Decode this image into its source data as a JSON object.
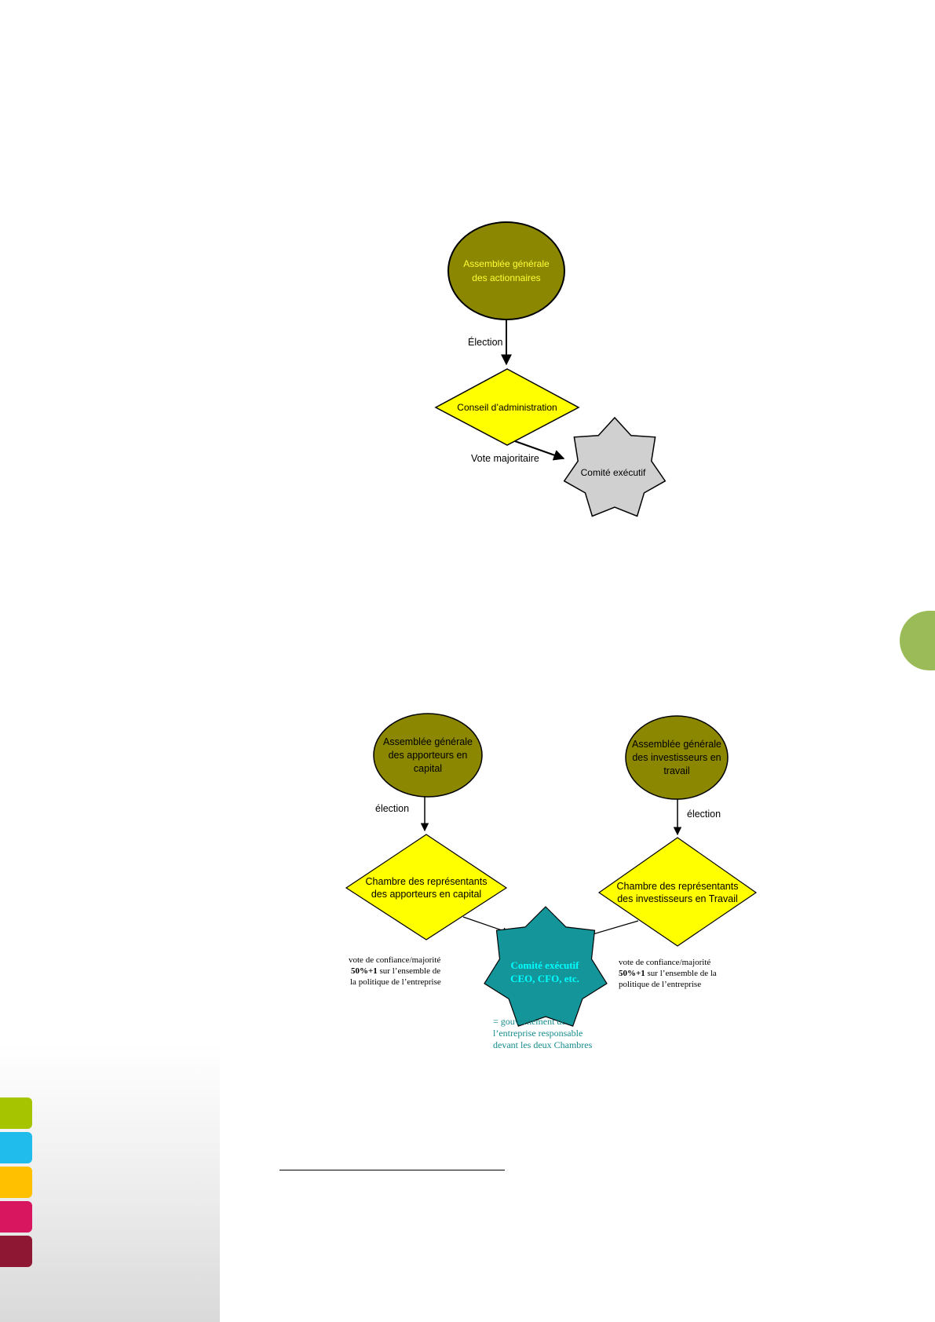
{
  "diagram1": {
    "assemblee": [
      "Assemblée générale",
      "des actionnaires"
    ],
    "election_label": "Élection",
    "conseil": "Conseil d’administration",
    "vote_label": "Vote majoritaire",
    "comite": "Comité exécutif"
  },
  "diagram2": {
    "ag_capital": [
      "Assemblée générale",
      "des apporteurs en",
      "capital"
    ],
    "ag_travail": [
      "Assemblée générale",
      "des investisseurs en",
      "travail"
    ],
    "election_left": "élection",
    "election_right": "élection",
    "chambre_capital": [
      "Chambre des représentants",
      "des apporteurs en capital"
    ],
    "chambre_travail": [
      "Chambre des représentants",
      "des investisseurs en Travail"
    ],
    "vote_left": [
      "vote de confiance/majorité",
      "50%+1",
      " sur l’ensemble de",
      "la politique de l’entreprise"
    ],
    "vote_right": [
      "vote de confiance/majorité",
      "50%+1",
      " sur l’ensemble de la",
      "politique de l’entreprise"
    ],
    "comite": [
      "Comité exécutif",
      "CEO, CFO, etc."
    ],
    "gouvernement": [
      "= gouvernement de",
      "l’entreprise responsable",
      "devant les deux Chambres"
    ]
  },
  "colors": {
    "olive": "#8b8700",
    "yellow": "#ffff00",
    "grey_star": "#d0d0d0",
    "teal_star": "#14959a",
    "teal_text": "#158b8b",
    "cyan_text": "#00ffff",
    "assemblee_text": "#ffff33",
    "side_tab": "#9bbb59",
    "strip": [
      "#a6c400",
      "#1fbcec",
      "#ffc000",
      "#d8155f",
      "#8e1734"
    ]
  }
}
